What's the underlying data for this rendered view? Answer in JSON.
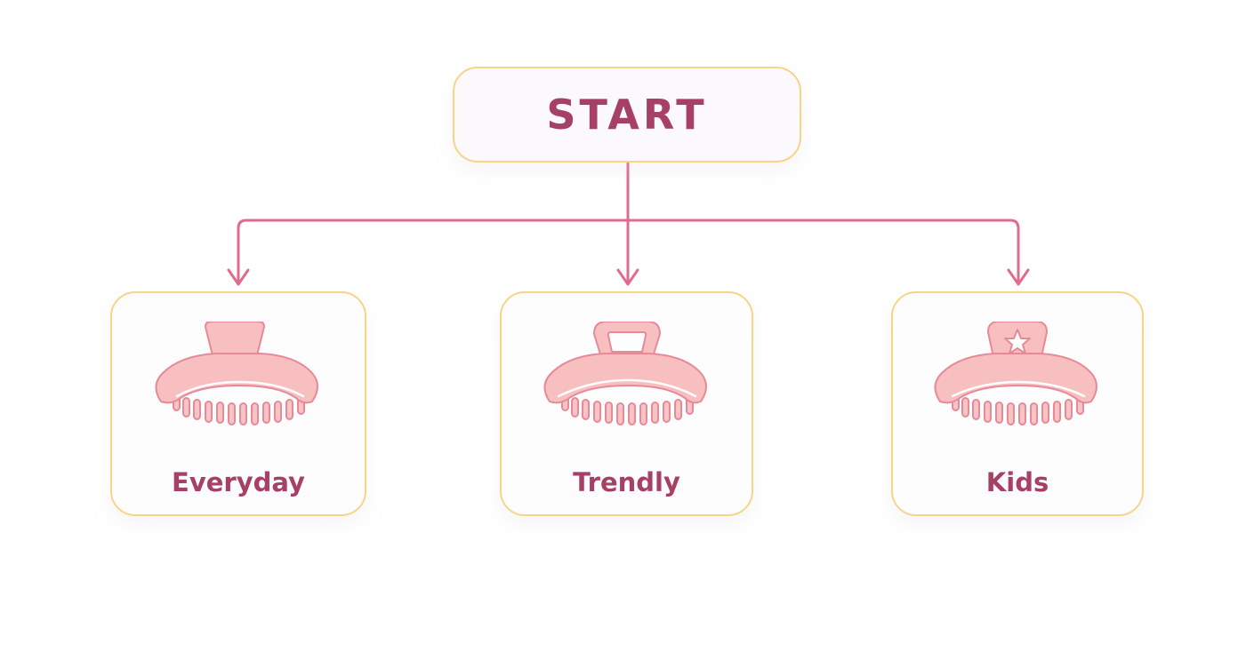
{
  "colors": {
    "node_border": "#f6d488",
    "label_text": "#a64064",
    "connector": "#e06c8d",
    "clip_fill": "#f8bfc1",
    "clip_stroke": "#e78a98"
  },
  "start": {
    "label": "START"
  },
  "categories": [
    {
      "label": "Everyday",
      "icon": "claw-clip-icon"
    },
    {
      "label": "Trendly",
      "icon": "claw-clip-handle-icon"
    },
    {
      "label": "Kids",
      "icon": "claw-clip-star-icon"
    }
  ]
}
